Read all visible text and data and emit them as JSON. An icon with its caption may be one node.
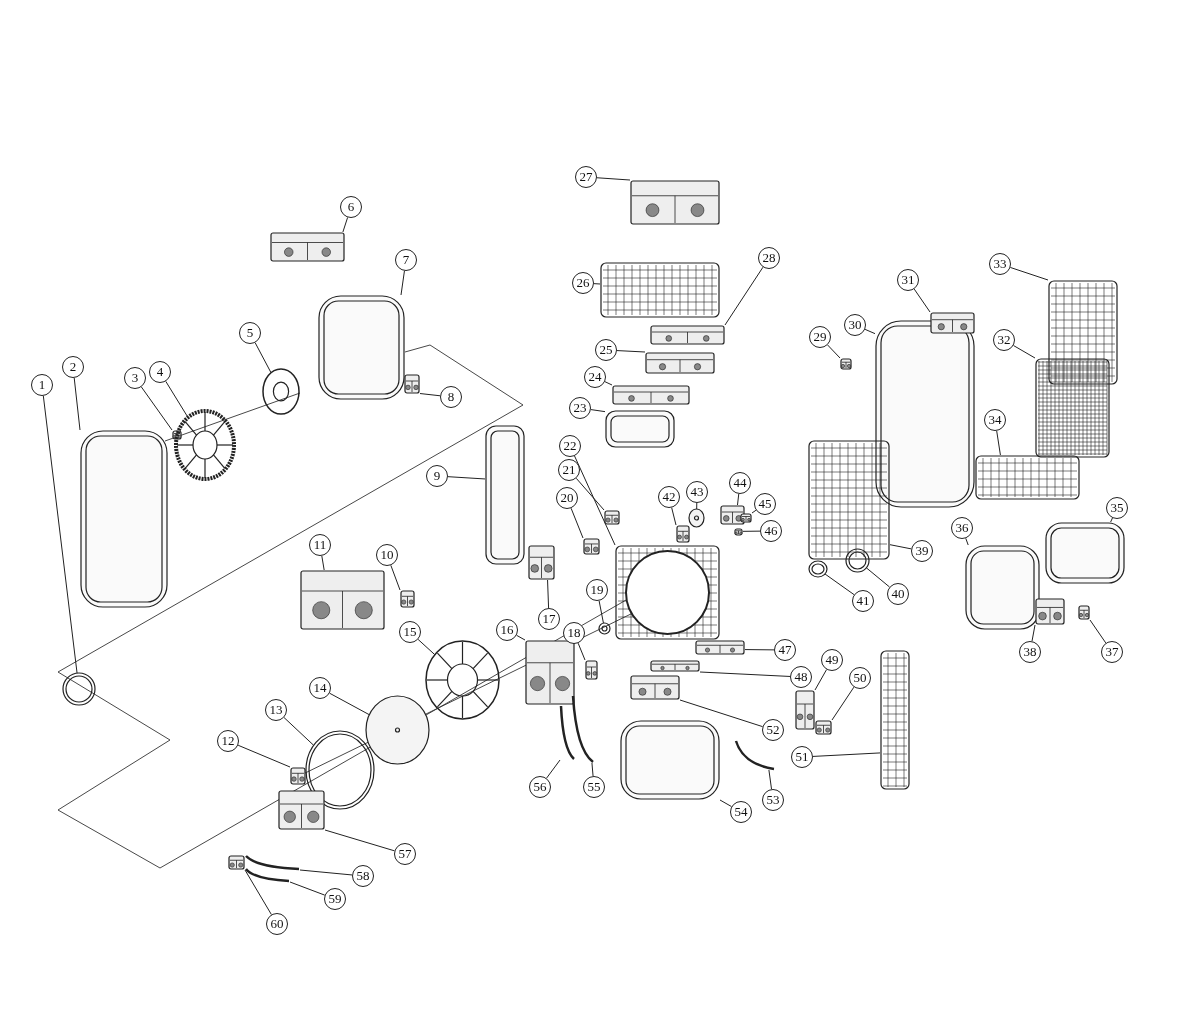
{
  "diagram": {
    "nodes": [
      {
        "text": [
          "1"
        ]
      },
      {
        "text": [
          "2"
        ]
      },
      {
        "text": [
          "3"
        ]
      },
      {
        "text": [
          "4"
        ]
      },
      {
        "text": [
          "5"
        ]
      },
      {
        "text": [
          "6"
        ]
      },
      {
        "text": [
          "7"
        ]
      },
      {
        "text": [
          "8"
        ]
      },
      {
        "text": [
          "9"
        ]
      },
      {
        "text": [
          "10"
        ]
      },
      {
        "text": [
          "11"
        ]
      },
      {
        "text": [
          "12"
        ]
      },
      {
        "text": [
          "13"
        ]
      },
      {
        "text": [
          "14"
        ]
      },
      {
        "text": [
          "15"
        ]
      },
      {
        "text": [
          "16"
        ]
      },
      {
        "text": [
          "17"
        ]
      },
      {
        "text": [
          "18"
        ]
      },
      {
        "text": [
          "19"
        ]
      },
      {
        "text": [
          "20"
        ]
      },
      {
        "text": [
          "21"
        ]
      },
      {
        "text": [
          "22"
        ]
      },
      {
        "text": [
          "23"
        ]
      },
      {
        "text": [
          "24"
        ]
      },
      {
        "text": [
          "25"
        ]
      },
      {
        "text": [
          "26"
        ]
      },
      {
        "text": [
          "27"
        ]
      },
      {
        "text": [
          "28"
        ]
      },
      {
        "text": [
          "29"
        ]
      },
      {
        "text": [
          "30"
        ]
      },
      {
        "text": [
          "31"
        ]
      },
      {
        "text": [
          "32"
        ]
      },
      {
        "text": [
          "33"
        ]
      },
      {
        "text": [
          "34"
        ]
      },
      {
        "text": [
          "35"
        ]
      },
      {
        "text": [
          "36"
        ]
      },
      {
        "text": [
          "37"
        ]
      },
      {
        "text": [
          "38"
        ]
      },
      {
        "text": [
          "39"
        ]
      },
      {
        "text": [
          "40"
        ]
      },
      {
        "text": [
          "41"
        ]
      },
      {
        "text": [
          "42"
        ]
      },
      {
        "text": [
          "43"
        ]
      },
      {
        "text": [
          "44"
        ]
      },
      {
        "text": [
          "45"
        ]
      },
      {
        "text": [
          "46"
        ]
      },
      {
        "text": [
          "47"
        ]
      },
      {
        "text": [
          "48"
        ]
      },
      {
        "text": [
          "49"
        ]
      },
      {
        "text": [
          "50"
        ]
      },
      {
        "text": [
          "51"
        ]
      },
      {
        "text": [
          "52"
        ]
      },
      {
        "text": [
          "53"
        ]
      },
      {
        "text": [
          "54"
        ]
      },
      {
        "text": [
          "55"
        ]
      },
      {
        "text": [
          "56"
        ]
      },
      {
        "text": [
          "57"
        ]
      },
      {
        "text": [
          "58"
        ]
      },
      {
        "text": [
          "59"
        ]
      },
      {
        "text": [
          "60"
        ]
      },
      {
        "text": [],
        "shape": "picture"
      },
      {
        "text": [],
        "shape": "picture"
      },
      {
        "text": [],
        "shape": "picture"
      },
      {
        "text": [],
        "shape": "picture"
      },
      {
        "text": [],
        "shape": "picture"
      },
      {
        "text": [],
        "shape": "picture"
      },
      {
        "text": [],
        "shape": "picture"
      },
      {
        "text": [],
        "shape": "picture"
      },
      {
        "text": [],
        "shape": "picture"
      },
      {
        "text": [],
        "shape": "picture"
      },
      {
        "text": [],
        "shape": "picture"
      },
      {
        "text": [],
        "shape": "picture"
      },
      {
        "text": [],
        "shape": "picture"
      },
      {
        "text": [],
        "shape": "picture"
      },
      {
        "text": [],
        "shape": "picture"
      },
      {
        "text": [],
        "shape": "picture"
      },
      {
        "text": [],
        "shape": "picture"
      },
      {
        "text": [],
        "shape": "picture"
      },
      {
        "text": [],
        "shape": "picture"
      },
      {
        "text": [],
        "shape": "picture"
      },
      {
        "text": [],
        "shape": "picture"
      },
      {
        "text": [],
        "shape": "picture"
      },
      {
        "text": [],
        "shape": "picture"
      },
      {
        "text": [],
        "shape": "picture"
      },
      {
        "text": [],
        "shape": "picture"
      },
      {
        "text": [],
        "shape": "picture"
      },
      {
        "text": [],
        "shape": "picture"
      },
      {
        "text": [],
        "shape": "picture"
      },
      {
        "text": [],
        "shape": "picture"
      },
      {
        "text": [],
        "shape": "picture"
      },
      {
        "text": [],
        "shape": "picture"
      },
      {
        "text": [],
        "shape": "picture"
      },
      {
        "text": [],
        "shape": "picture"
      },
      {
        "text": [],
        "shape": "picture"
      },
      {
        "text": [],
        "shape": "picture"
      },
      {
        "text": [],
        "shape": "picture"
      },
      {
        "text": [],
        "shape": "picture"
      },
      {
        "text": [],
        "shape": "picture"
      },
      {
        "text": [],
        "shape": "picture"
      },
      {
        "text": [],
        "shape": "picture"
      },
      {
        "text": [],
        "shape": "picture"
      },
      {
        "text": [],
        "shape": "picture"
      },
      {
        "text": [],
        "shape": "picture"
      },
      {
        "text": [],
        "shape": "picture"
      },
      {
        "text": [],
        "shape": "picture"
      },
      {
        "text": [],
        "shape": "picture"
      },
      {
        "text": [],
        "shape": "picture"
      },
      {
        "text": [],
        "shape": "picture"
      },
      {
        "text": [],
        "shape": "picture"
      },
      {
        "text": [],
        "shape": "picture"
      },
      {
        "text": [],
        "shape": "picture"
      },
      {
        "text": [],
        "shape": "picture"
      },
      {
        "text": [],
        "shape": "picture"
      },
      {
        "text": [],
        "shape": "picture"
      },
      {
        "text": [],
        "shape": "picture"
      },
      {
        "text": [],
        "shape": "picture"
      },
      {
        "text": [],
        "shape": "picture"
      },
      {
        "text": [],
        "shape": "picture"
      },
      {
        "text": [],
        "shape": "picture"
      },
      {
        "text": [],
        "shape": "picture"
      }
    ],
    "edges": [
      {
        "from": 0,
        "to": 60,
        "arrow": "none"
      },
      {
        "from": 1,
        "to": 61,
        "arrow": "none"
      },
      {
        "from": 2,
        "to": 62,
        "arrow": "none"
      },
      {
        "from": 3,
        "to": 63,
        "arrow": "none"
      },
      {
        "from": 4,
        "to": 64,
        "arrow": "none"
      },
      {
        "from": 5,
        "to": 65,
        "arrow": "none"
      },
      {
        "from": 6,
        "to": 66,
        "arrow": "none"
      },
      {
        "from": 7,
        "to": 67,
        "arrow": "none"
      },
      {
        "from": 8,
        "to": 68,
        "arrow": "none"
      },
      {
        "from": 9,
        "to": 69,
        "arrow": "none"
      },
      {
        "from": 10,
        "to": 70,
        "arrow": "none"
      },
      {
        "from": 11,
        "to": 71,
        "arrow": "none"
      },
      {
        "from": 12,
        "to": 72,
        "arrow": "none"
      },
      {
        "from": 13,
        "to": 73,
        "arrow": "none"
      },
      {
        "from": 14,
        "to": 74,
        "arrow": "none"
      },
      {
        "from": 15,
        "to": 75,
        "arrow": "none"
      },
      {
        "from": 16,
        "to": 76,
        "arrow": "none"
      },
      {
        "from": 17,
        "to": 77,
        "arrow": "none"
      },
      {
        "from": 18,
        "to": 78,
        "arrow": "none"
      },
      {
        "from": 19,
        "to": 79,
        "arrow": "none"
      },
      {
        "from": 20,
        "to": 80,
        "arrow": "none"
      },
      {
        "from": 21,
        "to": 81,
        "arrow": "none"
      },
      {
        "from": 22,
        "to": 82,
        "arrow": "none"
      },
      {
        "from": 23,
        "to": 83,
        "arrow": "none"
      },
      {
        "from": 24,
        "to": 84,
        "arrow": "none"
      },
      {
        "from": 25,
        "to": 85,
        "arrow": "none"
      },
      {
        "from": 26,
        "to": 86,
        "arrow": "none"
      },
      {
        "from": 27,
        "to": 87,
        "arrow": "none"
      },
      {
        "from": 28,
        "to": 88,
        "arrow": "none"
      },
      {
        "from": 29,
        "to": 89,
        "arrow": "none"
      },
      {
        "from": 30,
        "to": 90,
        "arrow": "none"
      },
      {
        "from": 31,
        "to": 91,
        "arrow": "none"
      },
      {
        "from": 32,
        "to": 92,
        "arrow": "none"
      },
      {
        "from": 33,
        "to": 93,
        "arrow": "none"
      },
      {
        "from": 34,
        "to": 94,
        "arrow": "none"
      },
      {
        "from": 35,
        "to": 95,
        "arrow": "none"
      },
      {
        "from": 36,
        "to": 96,
        "arrow": "none"
      },
      {
        "from": 37,
        "to": 97,
        "arrow": "none"
      },
      {
        "from": 38,
        "to": 98,
        "arrow": "none"
      },
      {
        "from": 39,
        "to": 99,
        "arrow": "none"
      },
      {
        "from": 40,
        "to": 100,
        "arrow": "none"
      },
      {
        "from": 41,
        "to": 101,
        "arrow": "none"
      },
      {
        "from": 42,
        "to": 102,
        "arrow": "none"
      },
      {
        "from": 43,
        "to": 103,
        "arrow": "none"
      },
      {
        "from": 44,
        "to": 104,
        "arrow": "none"
      },
      {
        "from": 45,
        "to": 105,
        "arrow": "none"
      },
      {
        "from": 46,
        "to": 106,
        "arrow": "none"
      },
      {
        "from": 47,
        "to": 107,
        "arrow": "none"
      },
      {
        "from": 48,
        "to": 108,
        "arrow": "none"
      },
      {
        "from": 49,
        "to": 109,
        "arrow": "none"
      },
      {
        "from": 50,
        "to": 110,
        "arrow": "none"
      },
      {
        "from": 51,
        "to": 111,
        "arrow": "none"
      },
      {
        "from": 52,
        "to": 112,
        "arrow": "none"
      },
      {
        "from": 53,
        "to": 113,
        "arrow": "none"
      },
      {
        "from": 54,
        "to": 114,
        "arrow": "none"
      },
      {
        "from": 55,
        "to": 115,
        "arrow": "none"
      },
      {
        "from": 56,
        "to": 116,
        "arrow": "none"
      },
      {
        "from": 57,
        "to": 117,
        "arrow": "none"
      },
      {
        "from": 58,
        "to": 118,
        "arrow": "none"
      },
      {
        "from": 59,
        "to": 119,
        "arrow": "none"
      }
    ]
  }
}
